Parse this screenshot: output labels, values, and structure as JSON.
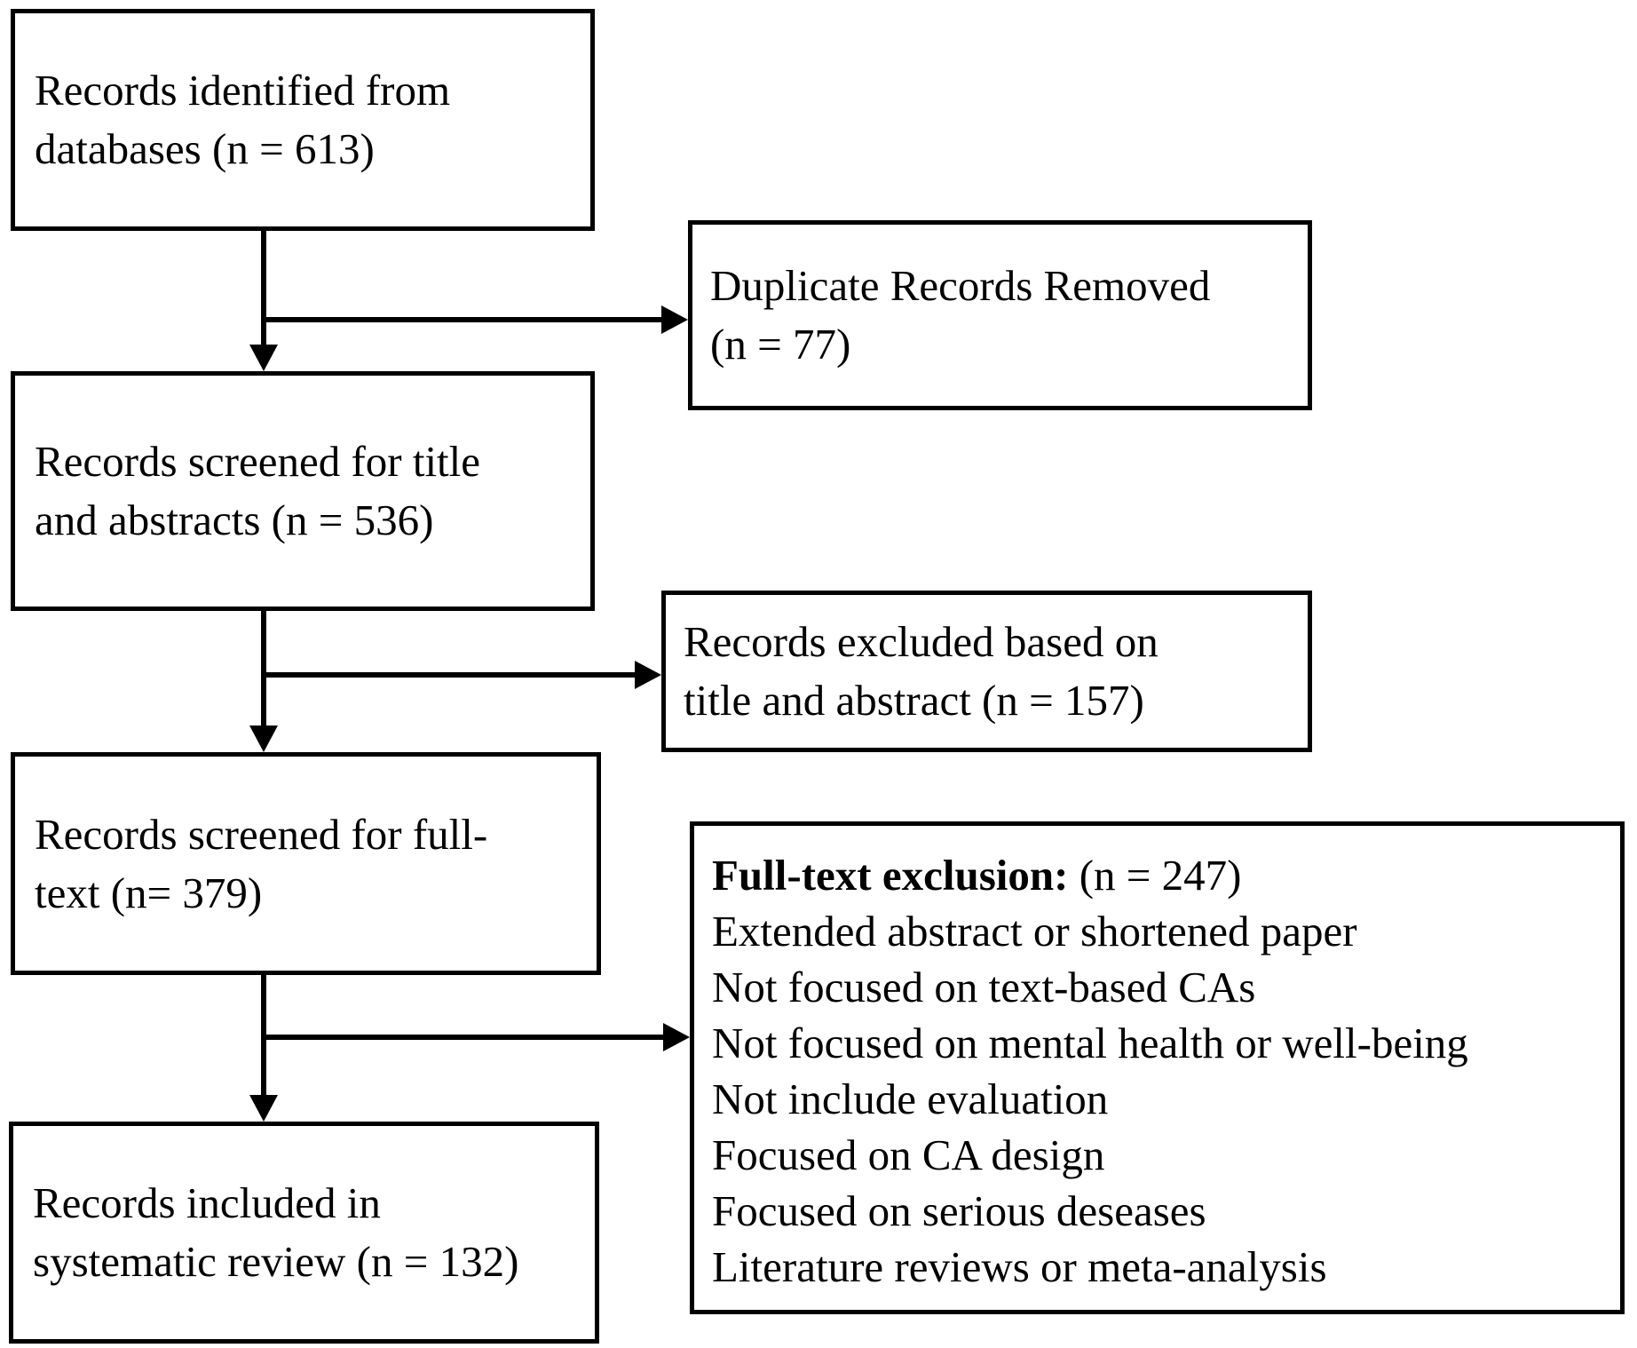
{
  "diagram": {
    "kind": "systematic-review-flowchart",
    "colors": {
      "background": "#ffffff",
      "border": "#000000",
      "text": "#000000"
    },
    "boxes": {
      "identified": {
        "lines": [
          "Records identified from",
          "databases (n = 613)"
        ]
      },
      "duplicates_removed": {
        "lines": [
          "Duplicate Records Removed",
          "(n = 77)"
        ]
      },
      "screened_title_abstract": {
        "lines": [
          "Records screened for title",
          "and abstracts (n = 536)"
        ]
      },
      "excluded_title_abstract": {
        "lines": [
          "Records excluded based on",
          "title and abstract (n = 157)"
        ]
      },
      "screened_fulltext": {
        "lines": [
          "Records screened for full-",
          "text (n= 379)"
        ]
      },
      "fulltext_exclusion": {
        "heading_bold": "Full-text exclusion:",
        "heading_rest": " (n = 247)",
        "reasons": [
          "Extended abstract or shortened paper",
          "Not focused on text-based CAs",
          "Not focused on mental health or well-being",
          "Not include evaluation",
          "Focused on CA design",
          "Focused on serious deseases",
          "Literature reviews or meta-analysis"
        ]
      },
      "included": {
        "lines": [
          "Records included in",
          "systematic review (n = 132)"
        ]
      }
    },
    "counts": {
      "identified": 613,
      "duplicates_removed": 77,
      "screened_title_abstract": 536,
      "excluded_title_abstract": 157,
      "screened_fulltext": 379,
      "fulltext_excluded": 247,
      "included": 132
    }
  }
}
